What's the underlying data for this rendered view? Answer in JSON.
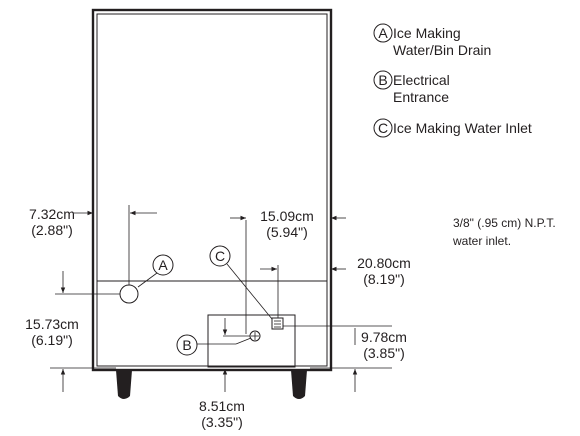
{
  "legend": {
    "a": {
      "letter": "A",
      "line1": "Ice Making",
      "line2": "Water/Bin Drain"
    },
    "b": {
      "letter": "B",
      "line1": "Electrical",
      "line2": "Entrance"
    },
    "c": {
      "letter": "C",
      "line1": "Ice Making Water Inlet"
    }
  },
  "callouts": {
    "a": "A",
    "b": "B",
    "c": "C"
  },
  "note": {
    "line1": "3/8\" (.95 cm) N.P.T.",
    "line2": "water inlet."
  },
  "dimensions": {
    "d1": {
      "metric": "7.32cm",
      "imperial": "(2.88\")"
    },
    "d2": {
      "metric": "15.09cm",
      "imperial": "(5.94\")"
    },
    "d3": {
      "metric": "20.80cm",
      "imperial": "(8.19\")"
    },
    "d4": {
      "metric": "15.73cm",
      "imperial": "(6.19\")"
    },
    "d5": {
      "metric": "9.78cm",
      "imperial": "(3.85\")"
    },
    "d6": {
      "metric": "8.51cm",
      "imperial": "(3.35\")"
    }
  },
  "colors": {
    "ink": "#231f20",
    "background": "#ffffff"
  }
}
